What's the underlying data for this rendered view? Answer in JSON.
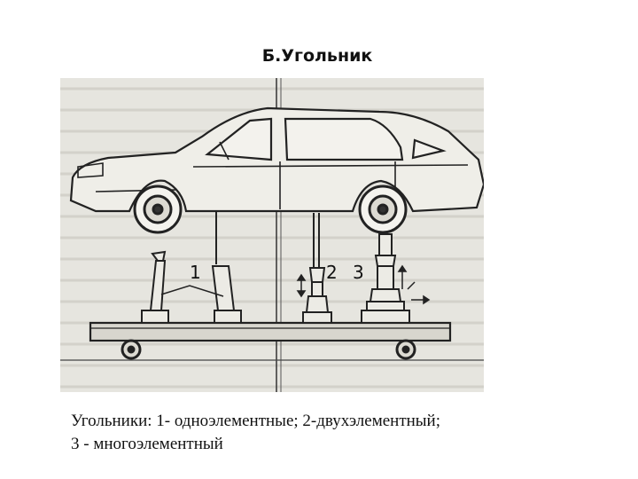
{
  "slide": {
    "title": "Б.Угольник"
  },
  "figure": {
    "labels": {
      "label_1": "1",
      "label_2": "2",
      "label_3": "3"
    }
  },
  "caption": {
    "line1": "Угольники: 1- одноэлементные; 2-двухэлементный;",
    "line2": "3 - многоэлементный"
  }
}
